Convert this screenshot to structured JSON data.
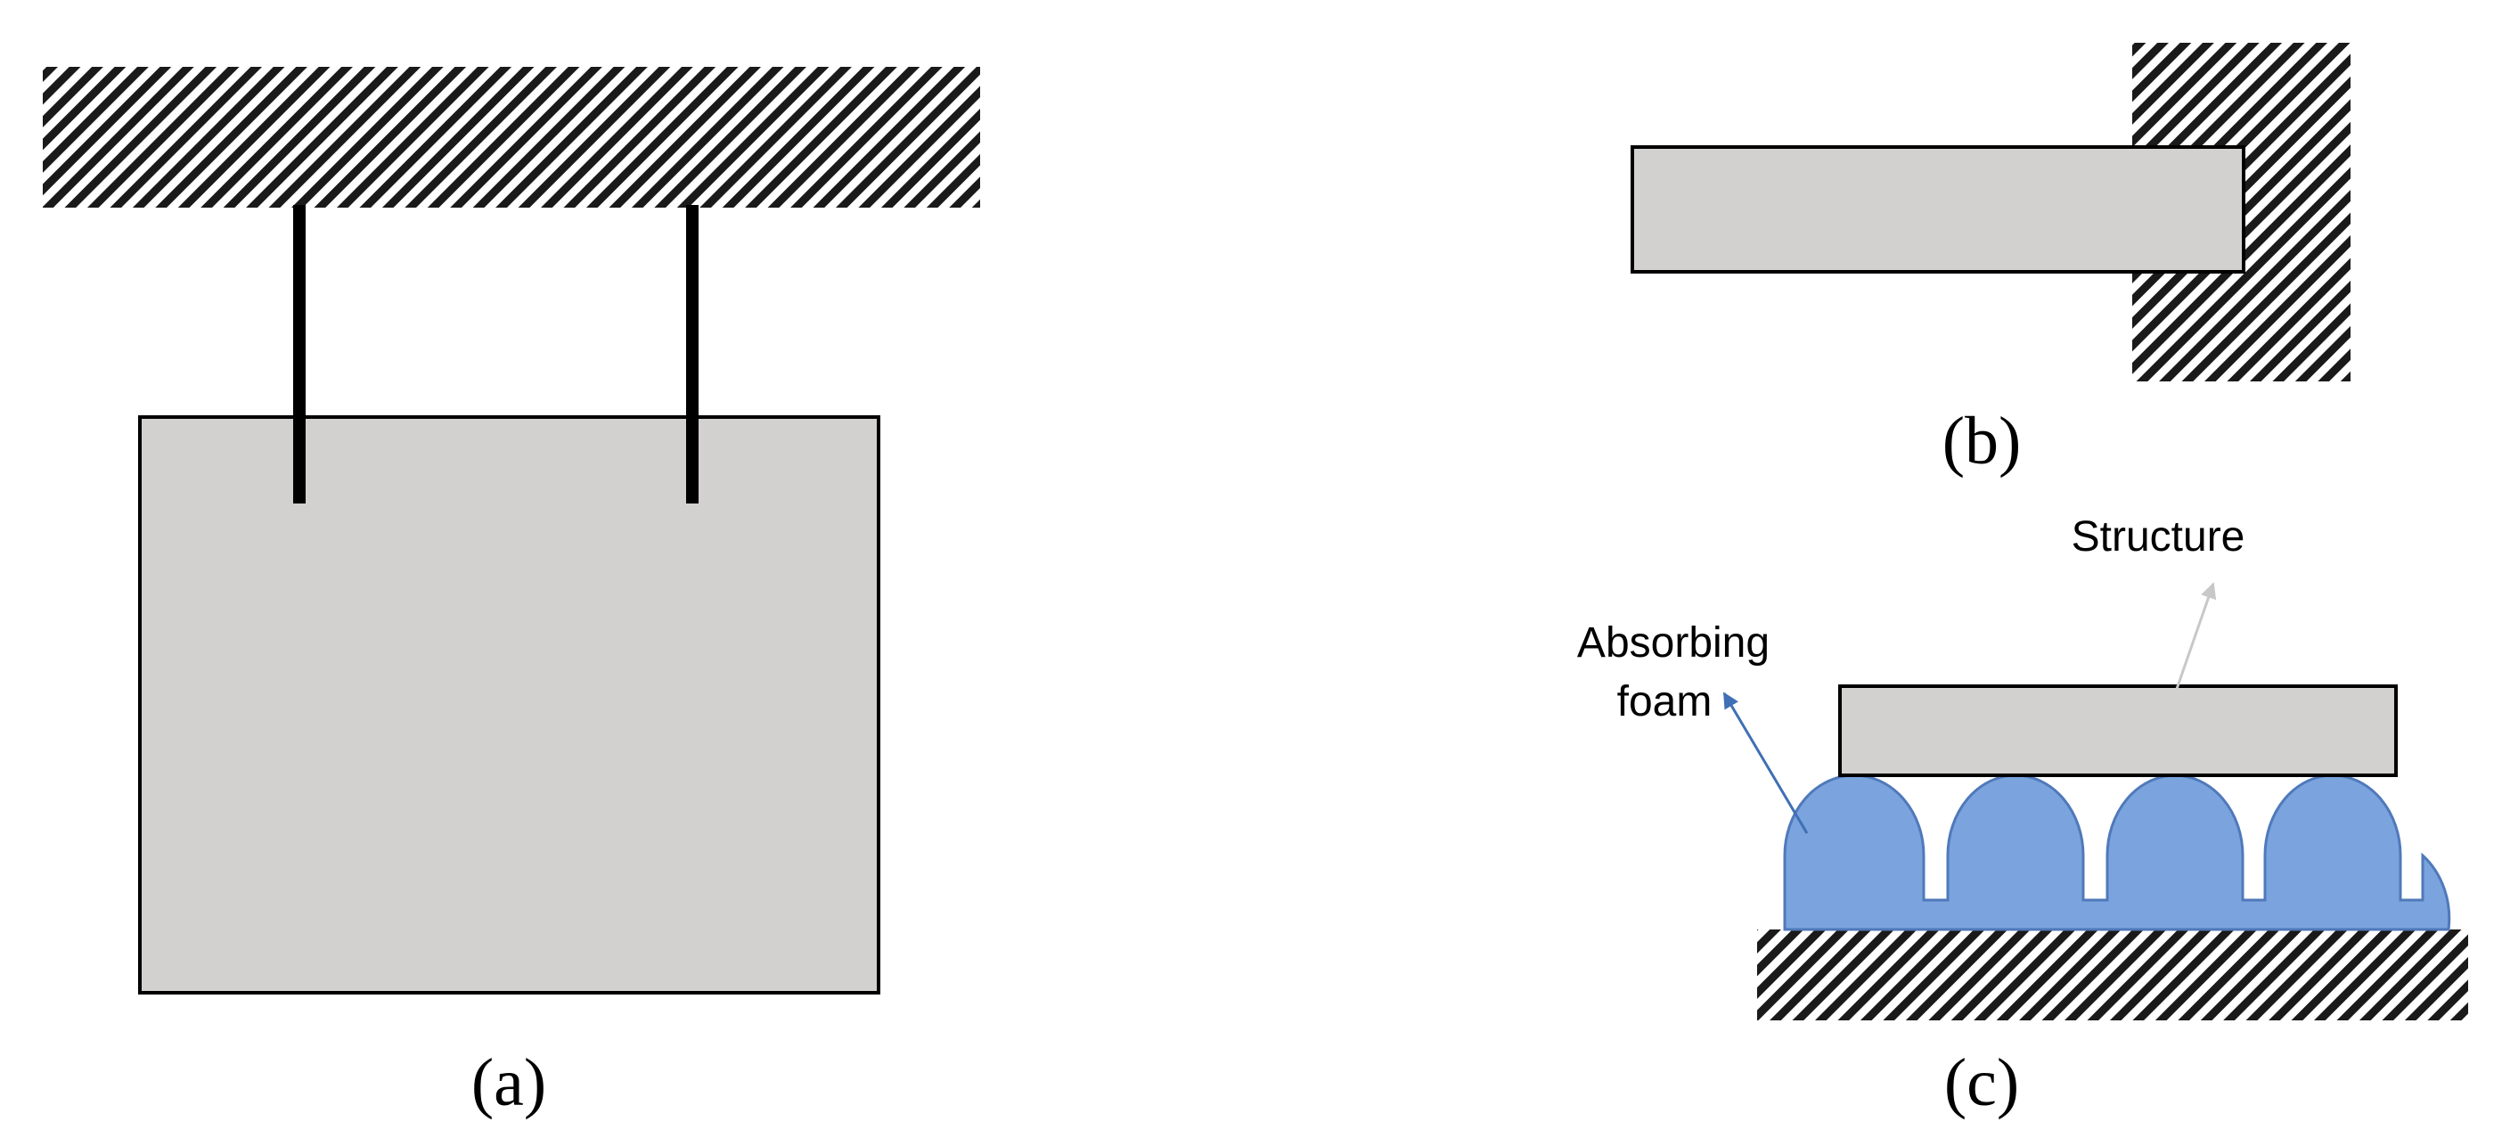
{
  "captions": {
    "a": "(a)",
    "b": "(b)",
    "c": "(c)"
  },
  "labels": {
    "structure": "Structure",
    "absorbing_line1": "Absorbing",
    "absorbing_line2": "foam"
  },
  "colors": {
    "body_fill": "#d3d0d0",
    "outline": "#000000",
    "hatch": "#1a1a1a",
    "foam_fill": "#7ba3de",
    "foam_stroke": "#4f79ba",
    "foam_arrow": "#3f6fb5",
    "structure_arrow": "#c8c8c8"
  }
}
